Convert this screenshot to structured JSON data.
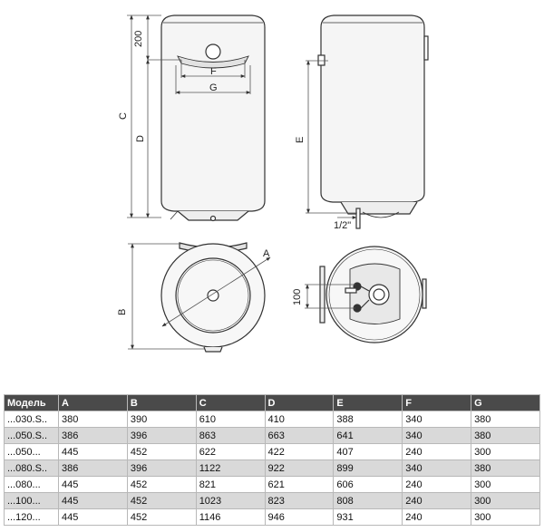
{
  "labels": {
    "dim_200": "200",
    "dim_C": "C",
    "dim_D": "D",
    "dim_F": "F",
    "dim_G": "G",
    "dim_E": "E",
    "dim_half_inch": "1/2\"",
    "dim_B": "B",
    "dim_A": "A",
    "dim_100": "100"
  },
  "table": {
    "headers": [
      "Модель",
      "A",
      "B",
      "C",
      "D",
      "E",
      "F",
      "G"
    ],
    "rows": [
      [
        "...030.S..",
        "380",
        "390",
        "610",
        "410",
        "388",
        "340",
        "380"
      ],
      [
        "...050.S..",
        "386",
        "396",
        "863",
        "663",
        "641",
        "340",
        "380"
      ],
      [
        "...050...",
        "445",
        "452",
        "622",
        "422",
        "407",
        "240",
        "300"
      ],
      [
        "...080.S..",
        "386",
        "396",
        "1122",
        "922",
        "899",
        "340",
        "380"
      ],
      [
        "...080...",
        "445",
        "452",
        "821",
        "621",
        "606",
        "240",
        "300"
      ],
      [
        "...100...",
        "445",
        "452",
        "1023",
        "823",
        "808",
        "240",
        "300"
      ],
      [
        "...120...",
        "445",
        "452",
        "1146",
        "946",
        "931",
        "240",
        "300"
      ]
    ]
  }
}
